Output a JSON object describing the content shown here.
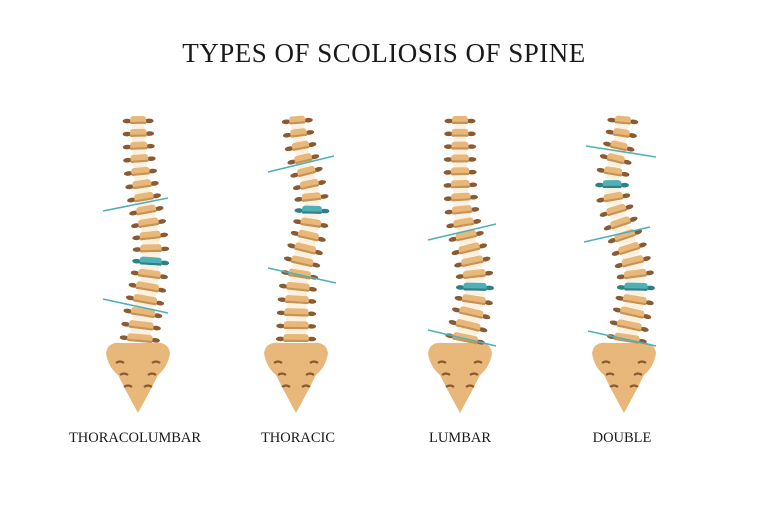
{
  "title": "TYPES OF SCOLIOSIS OF SPINE",
  "colors": {
    "bone": "#e8b77a",
    "bone_dark": "#c99255",
    "bone_shadow": "#8a5a32",
    "apex": "#4fb0b8",
    "apex_dark": "#2f7f88",
    "disc": "#fbf1e1",
    "line": "#4fb0b8"
  },
  "spines": [
    {
      "label": "THORACOLUMBAR",
      "curve": "thoracolumbar"
    },
    {
      "label": "THORACIC",
      "curve": "thoracic"
    },
    {
      "label": "LUMBAR",
      "curve": "lumbar"
    },
    {
      "label": "DOUBLE",
      "curve": "double"
    }
  ]
}
